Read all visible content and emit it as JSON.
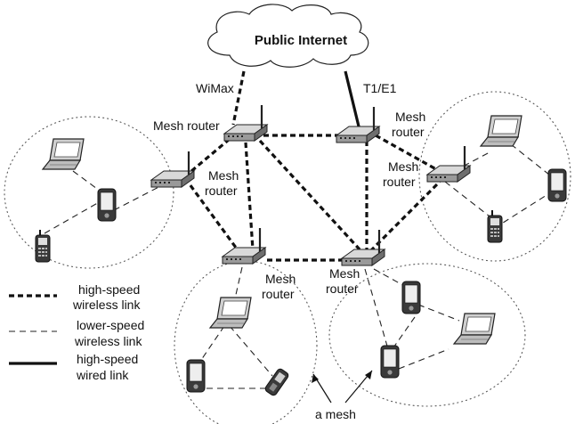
{
  "cloud": {
    "label": "Public Internet"
  },
  "link_labels": {
    "wimax": "WiMax",
    "t1e1": "T1/E1"
  },
  "router_labels": {
    "top_left": "Mesh router",
    "top_right": [
      "Mesh",
      "router"
    ],
    "right": [
      "Mesh",
      "router"
    ],
    "left": [
      "Mesh",
      "router"
    ],
    "bottom_left": [
      "Mesh",
      "router"
    ],
    "bottom_right": [
      "Mesh",
      "router"
    ]
  },
  "legend": {
    "high_speed_wireless": [
      "high-speed",
      "wireless link"
    ],
    "lower_speed_wireless": [
      "lower-speed",
      "wireless link"
    ],
    "high_speed_wired": [
      "high-speed",
      "wired link"
    ]
  },
  "annotation": {
    "mesh": "a mesh"
  },
  "icons": [
    "cloud-icon",
    "router-icon",
    "laptop-icon",
    "pda-icon",
    "cell-phone-icon",
    "flip-phone-icon"
  ]
}
